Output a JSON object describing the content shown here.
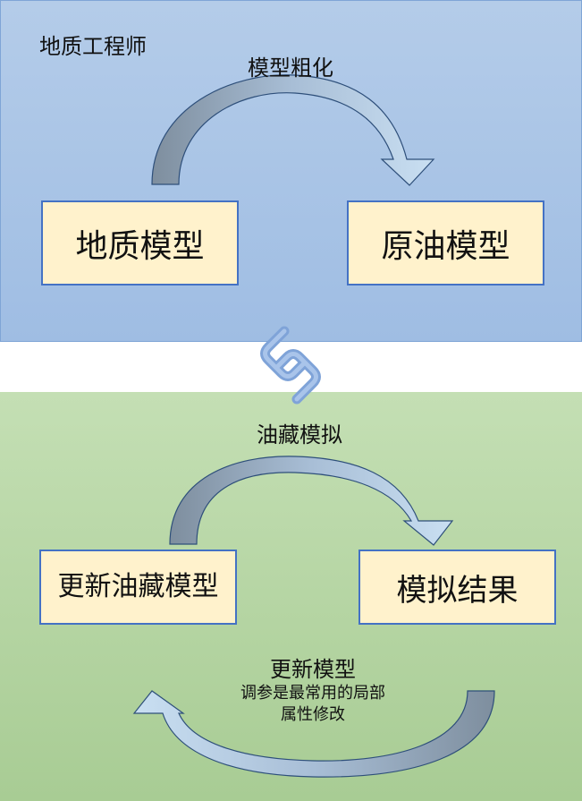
{
  "top_panel": {
    "role_label": "地质工程师",
    "arrow_label": "模型粗化",
    "box_left": "地质模型",
    "box_right": "原油模型"
  },
  "bottom_panel": {
    "top_arrow_label": "油藏模拟",
    "box_left": "更新油藏模型",
    "box_right": "模拟结果",
    "bottom_arrow_title": "更新模型",
    "bottom_arrow_note_line1": "调参是最常用的局部",
    "bottom_arrow_note_line2": "属性修改"
  },
  "icons": {
    "center": "chain-link-icon"
  },
  "colors": {
    "top_panel_bg": "#a9c4e6",
    "bottom_panel_bg": "#b6d6a2",
    "box_fill": "#fff2cc",
    "box_border": "#4472c4",
    "arrow_fill_light": "#c9dcf0",
    "arrow_fill_dark": "#8a9aaa"
  }
}
